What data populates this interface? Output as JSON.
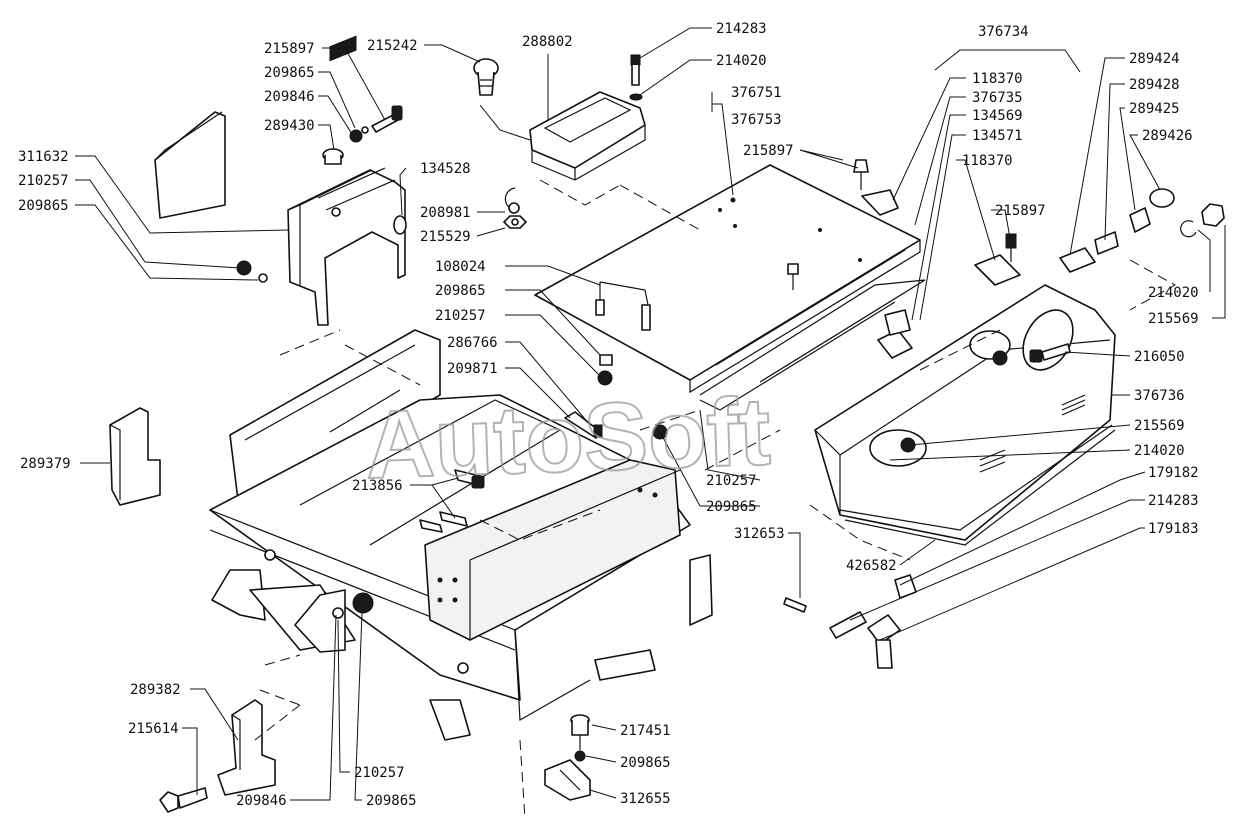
{
  "watermark": "AutoSoft",
  "labels": {
    "p_215897_a": "215897",
    "p_209865_a": "209865",
    "p_209846_a": "209846",
    "p_289430": "289430",
    "p_311632": "311632",
    "p_210257_a": "210257",
    "p_209865_b": "209865",
    "p_215242": "215242",
    "p_288802": "288802",
    "p_214283_a": "214283",
    "p_214020_a": "214020",
    "p_376751": "376751",
    "p_376753": "376753",
    "p_134528": "134528",
    "p_208981": "208981",
    "p_215529": "215529",
    "p_108024": "108024",
    "p_209865_c": "209865",
    "p_210257_b": "210257",
    "p_286766": "286766",
    "p_209871": "209871",
    "p_213856": "213856",
    "p_289379": "289379",
    "p_376734": "376734",
    "p_118370_a": "118370",
    "p_376735": "376735",
    "p_134569": "134569",
    "p_134571": "134571",
    "p_118370_b": "118370",
    "p_215897_b": "215897",
    "p_215897_c": "215897",
    "p_289424": "289424",
    "p_289428": "289428",
    "p_289425": "289425",
    "p_289426": "289426",
    "p_214020_b": "214020",
    "p_215569_a": "215569",
    "p_216050": "216050",
    "p_376736": "376736",
    "p_215569_b": "215569",
    "p_214020_c": "214020",
    "p_179182": "179182",
    "p_214283_b": "214283",
    "p_179183": "179183",
    "p_210257_c": "210257",
    "p_209865_d": "209865",
    "p_312653": "312653",
    "p_426582": "426582",
    "p_289382": "289382",
    "p_215614": "215614",
    "p_210257_d": "210257",
    "p_209846_b": "209846",
    "p_209865_e": "209865",
    "p_217451": "217451",
    "p_209865_f": "209865",
    "p_312655": "312655"
  }
}
